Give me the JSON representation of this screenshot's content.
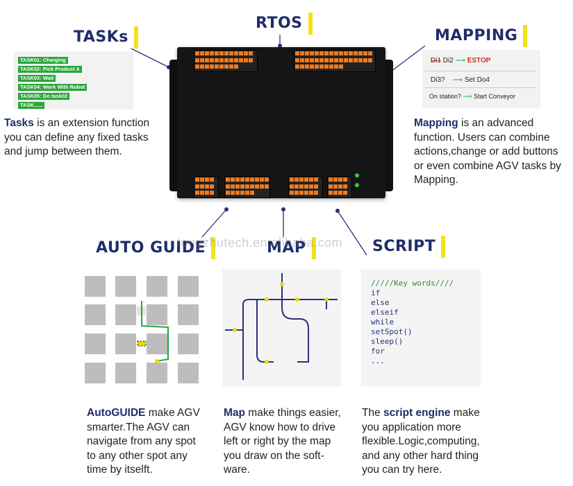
{
  "labels": {
    "rtos": "RTOS",
    "tasks": "TASKs",
    "mapping": "MAPPING",
    "auto_guide": "AUTO GUIDE",
    "map": "MAP",
    "script": "SCRIPT"
  },
  "tasks_panel": {
    "items": [
      "TASK01: Charging",
      "TASK02: Pick Product A",
      "TASK03: Wait",
      "TASK04: Work With Robot",
      "TASK05: Do task02",
      "TASK......"
    ]
  },
  "tasks_desc": {
    "bold": "Tasks",
    "line1": " is an extension function",
    "line2": "you can define any fixed tasks",
    "line3": "and jump between them."
  },
  "mapping_panel": {
    "row1_a": "Di1",
    "row1_b": "Di2",
    "row1_c": "ESTOP",
    "row2_a": "Di3?",
    "row2_b": "Set Do4",
    "row3_a": "On station?",
    "row3_b": "Start  Conveyor"
  },
  "mapping_desc": {
    "bold": "Mapping",
    "line1": " is an advanced",
    "line2": "function. Users can combine",
    "line3": "actions,change or add buttons",
    "line4": "or even combine AGV tasks by",
    "line5": "Mapping."
  },
  "watermark": "tongzhutech.en.alibaba.com",
  "script_panel": {
    "lines": [
      "/////Key words////",
      "if",
      "else",
      "elseif",
      "while",
      "setSpot()",
      "sleep()",
      "for",
      "..."
    ]
  },
  "autoguide_desc": {
    "bold": "AutoGUIDE",
    "line1": " make AGV",
    "line2": "smarter.The AGV can",
    "line3": "navigate from any spot",
    "line4": "to any other spot any",
    "line5": "time by itselft."
  },
  "map_desc": {
    "bold": "Map",
    "line1": " make things easier,",
    "line2": "AGV know how to drive",
    "line3": "left or right by the map",
    "line4": "you draw on the soft-",
    "line5": "ware."
  },
  "script_desc": {
    "pre": "The ",
    "bold": "script engine",
    "line1": " make",
    "line2": "you application more",
    "line3": "flexible.Logic,computing,",
    "line4": "and any other hard thing",
    "line5": "you can try here."
  },
  "colors": {
    "label_text": "#1f2d6b",
    "label_accent": "#f3e11a",
    "task_green": "#2aa63a",
    "terminal_orange": "#f07a1e",
    "estop_red": "#d32b1f",
    "path_green": "#2aa63a",
    "node_yellow": "#f2d600"
  }
}
